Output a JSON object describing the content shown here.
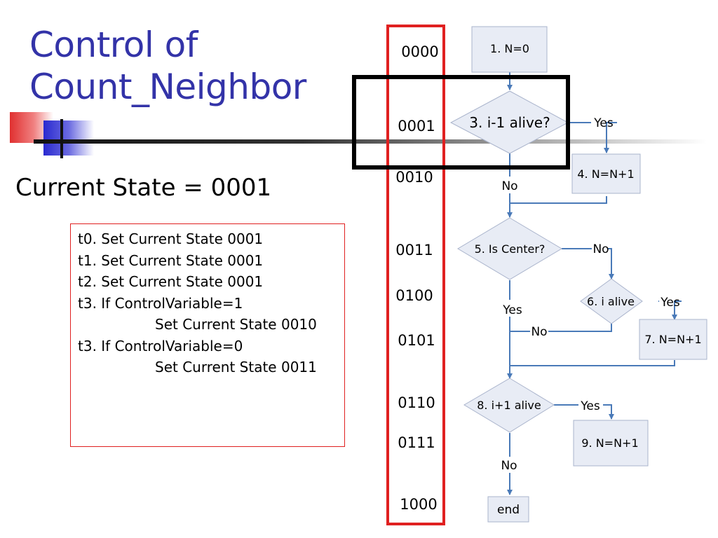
{
  "title": {
    "line1": "Control of",
    "line2": "Count_Neighbor"
  },
  "current_state": "Current State = 0001",
  "steps": [
    "t0. Set Current State  0001",
    "t1. Set Current State 0001",
    "t2. Set Current State 0001",
    "t3. If ControlVariable=1",
    "Set Current State 0010",
    "t3. If ControlVariable=0",
    "Set Current State 0011"
  ],
  "states": [
    "0000",
    "0001",
    "0010",
    "0011",
    "0100",
    "0101",
    "0110",
    "0111",
    "1000"
  ],
  "flow": {
    "n1": "1. N=0",
    "d3": "3. i-1 alive?",
    "n4": "4. N=N+1",
    "d5": "5. Is Center?",
    "d6": "6. i alive",
    "n7": "7. N=N+1",
    "d8": "8. i+1 alive",
    "n9": "9. N=N+1",
    "end": "end",
    "yes": "Yes",
    "no": "No"
  },
  "colors": {
    "title": "#3333a8",
    "state_column_border": "#e02020",
    "highlight_border": "#000000",
    "node_fill": "#e8ecf5",
    "node_stroke": "#aab4cc",
    "arrow": "#4a7ab8"
  }
}
